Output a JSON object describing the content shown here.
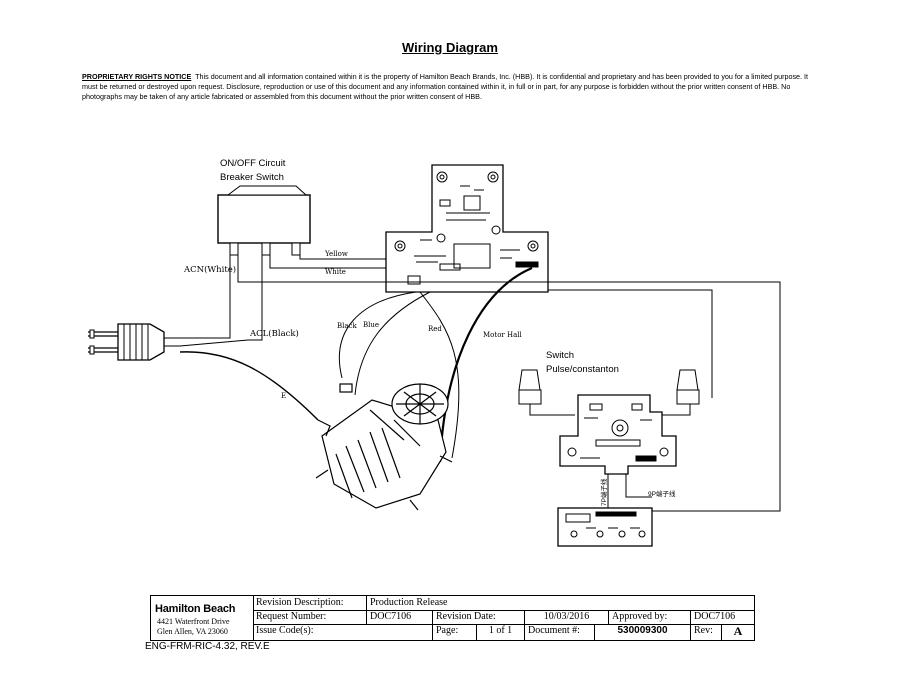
{
  "title": "Wiring Diagram",
  "notice": {
    "heading": "PROPRIETARY RIGHTS NOTICE",
    "text": "This document and all information contained within it is the property of Hamilton Beach Brands, Inc. (HBB).  It is confidential and proprietary and has been provided to you for a limited purpose.  It must be returned or destroyed upon request.  Disclosure, reproduction or use of this document and any information contained within it, in full or in part, for any purpose is forbidden without the prior written consent of HBB.  No photographs may be taken of any article fabricated or assembled from this document without the prior written consent of HBB."
  },
  "diagram": {
    "breaker_label_1": "ON/OFF      Circuit",
    "breaker_label_2": "Breaker Switch",
    "acn": "ACN(White)",
    "acl": "ACL(Black)",
    "yellow": "Yellow",
    "white": "White",
    "black": "Black",
    "blue": "Blue",
    "red": "Red",
    "motor_hall": "Motor Hall",
    "e": "E",
    "switch_1": "Switch",
    "switch_2": "Pulse/constanton",
    "cable_7p": "7P端子线",
    "cable_9p": "9P端子线"
  },
  "titleblock": {
    "brand": "Hamilton Beach",
    "address_1": "4421 Waterfront Drive",
    "address_2": "Glen Allen, VA  23060",
    "revision_description_label": "Revision Description:",
    "revision_description": "Production Release",
    "request_number_label": "Request Number:",
    "request_number": "DOC7106",
    "revision_date_label": "Revision Date:",
    "revision_date": "10/03/2016",
    "approved_by_label": "Approved by:",
    "approved_by": "DOC7106",
    "issue_codes_label": "Issue Code(s):",
    "page_label": "Page:",
    "page_value": "1 of  1",
    "document_label": "Document #:",
    "document_number": "530009300",
    "rev_label": "Rev:",
    "rev_value": "A"
  },
  "footer": "ENG-FRM-RIC-4.32, REV.E"
}
